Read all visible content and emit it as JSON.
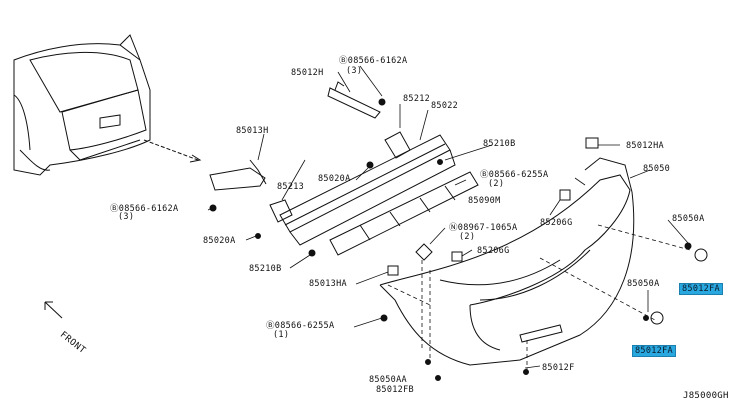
{
  "labels": {
    "p85012H": "85012H",
    "b08566_6162A_top": "Ⓑ08566-6162A",
    "qty3_top": "(3)",
    "p85212": "85212",
    "p85022": "85022",
    "p85013H": "85013H",
    "p85210B_a": "85210B",
    "p85020A_a": "85020A",
    "p85213": "85213",
    "p85090M": "85090M",
    "b08566_6162A_left": "Ⓑ08566-6162A",
    "qty3_left": "(3)",
    "p85020A_b": "85020A",
    "p85210B_b": "85210B",
    "n08967_1065A": "Ⓝ08967-1065A",
    "qty2": "(2)",
    "p85206G_a": "85206G",
    "p85206G_b": "85206G",
    "b08566_6255A_right": "Ⓑ08566-6255A",
    "qty2_right": "(2)",
    "p85012HA": "85012HA",
    "p85050": "85050",
    "p85050A_a": "85050A",
    "p85012FA_a": "85012FA",
    "p85013HA": "85013HA",
    "p85050A_b": "85050A",
    "p85012FA_b": "85012FA",
    "b08566_6255A_bottom": "Ⓑ08566-6255A",
    "qty1": "(1)",
    "p85050AA": "85050AA",
    "p85012FB": "85012FB",
    "p85012F": "85012F",
    "front": "FRONT",
    "ref_code": "J85000GH"
  },
  "colors": {
    "highlight": "#29a8e0",
    "line": "#111111"
  }
}
